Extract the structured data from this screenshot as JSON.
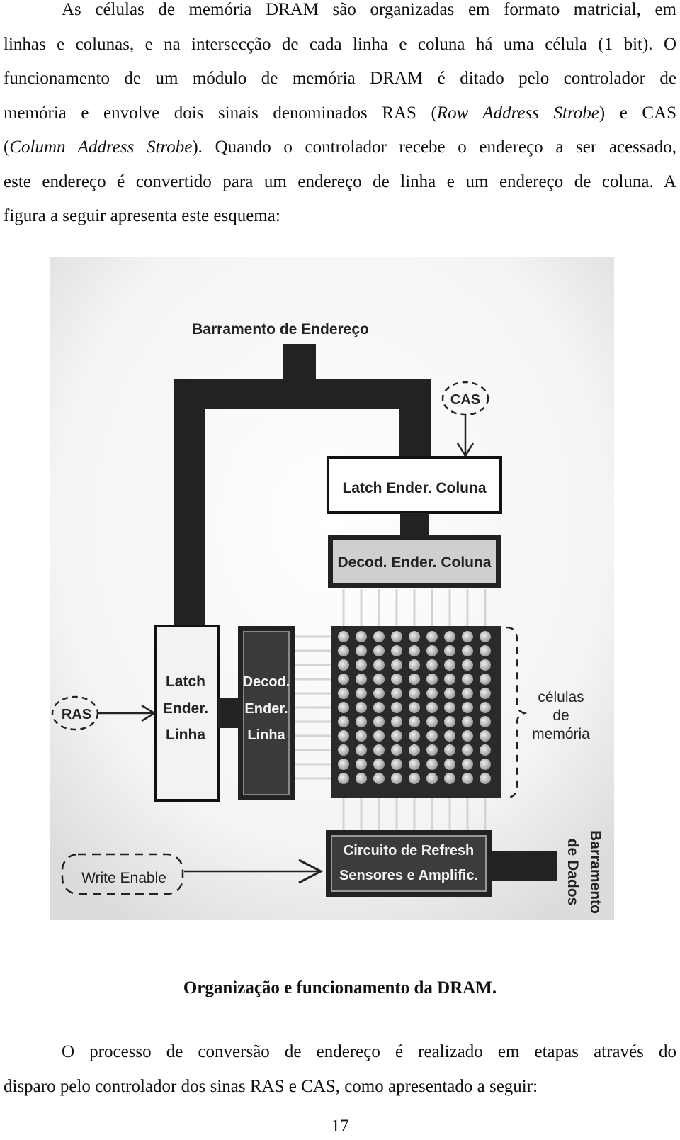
{
  "paragraph1": {
    "l1": "As células de memória DRAM são organizadas em formato matricial, em",
    "l2": "linhas e colunas, e na intersecção de cada linha e coluna há uma célula (1 bit). O",
    "l3": "funcionamento de um módulo de memória DRAM é ditado pelo controlador de",
    "l4a": "memória e envolve dois sinais denominados RAS (",
    "l4b": "Row Address Strobe",
    "l4c": ") e CAS",
    "l5a": "(",
    "l5b": "Column Address Strobe",
    "l5c": "). Quando o controlador recebe o endereço a ser acessado,",
    "l6": "este endereço é convertido para um endereço de linha e um endereço de coluna. A",
    "l7": "figura a seguir apresenta este esquema:"
  },
  "figure": {
    "bus_label": "Barramento de Endereço",
    "cas": "CAS",
    "ras": "RAS",
    "latch_col": "Latch Ender. Coluna",
    "decod_col": "Decod. Ender. Coluna",
    "latch_row": [
      "Latch",
      "Ender.",
      "Linha"
    ],
    "decod_row": [
      "Decod.",
      "Ender.",
      "Linha"
    ],
    "cells_label": [
      "células",
      "de",
      "memória"
    ],
    "refresh": [
      "Circuito de Refresh",
      "Sensores e Amplific."
    ],
    "write_enable": "Write Enable",
    "data_bus": [
      "Barramento",
      "de Dados"
    ]
  },
  "caption": "Organização e funcionamento da DRAM.",
  "paragraph2": {
    "l1": "O processo de conversão de endereço é realizado em etapas através do",
    "l2": "disparo pelo controlador dos sinas RAS  e  CAS, como apresentado a seguir:"
  },
  "page_number": "17"
}
